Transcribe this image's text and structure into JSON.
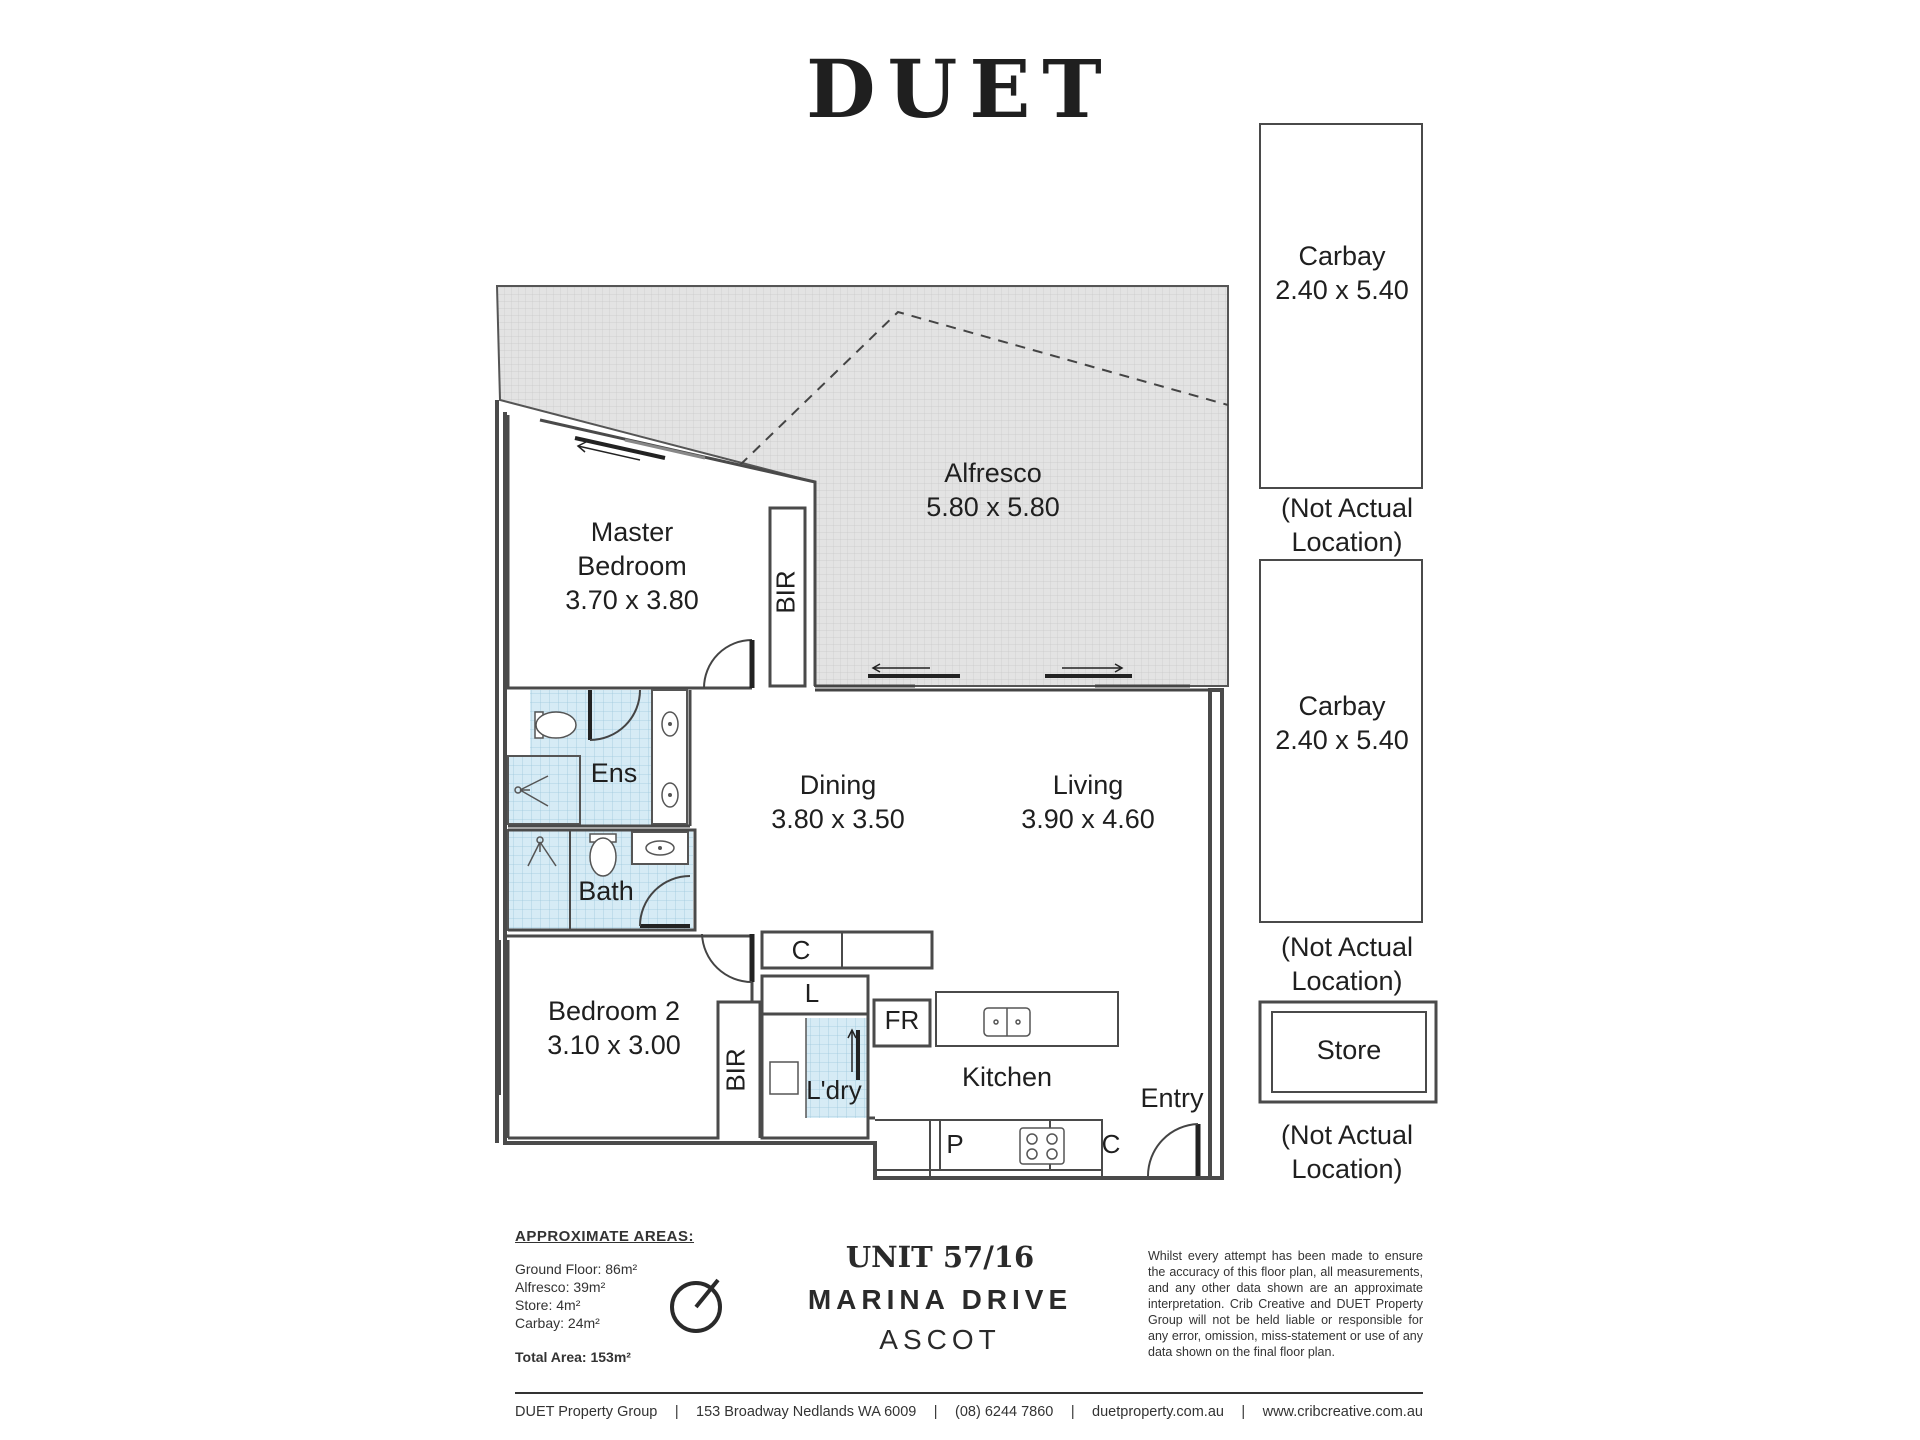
{
  "brand": "DUET",
  "rooms": {
    "alfresco": {
      "name": "Alfresco",
      "dims": "5.80 x 5.80"
    },
    "master": {
      "name1": "Master",
      "name2": "Bedroom",
      "dims": "3.70 x 3.80"
    },
    "bir1": "BIR",
    "ens": "Ens",
    "bath": "Bath",
    "dining": {
      "name": "Dining",
      "dims": "3.80 x 3.50"
    },
    "living": {
      "name": "Living",
      "dims": "3.90 x 4.60"
    },
    "c1": "C",
    "l": "L",
    "fr": "FR",
    "bedroom2": {
      "name": "Bedroom 2",
      "dims": "3.10 x 3.00"
    },
    "bir2": "BIR",
    "laundry": "L'dry",
    "kitchen": "Kitchen",
    "entry": "Entry",
    "p": "P",
    "c2": "C"
  },
  "carbays": [
    {
      "name": "Carbay",
      "dims": "2.40 x 5.40",
      "note1": "(Not Actual",
      "note2": "Location)"
    },
    {
      "name": "Carbay",
      "dims": "2.40 x 5.40",
      "note1": "(Not Actual",
      "note2": "Location)"
    }
  ],
  "store": {
    "name": "Store",
    "note1": "(Not Actual",
    "note2": "Location)"
  },
  "areas": {
    "heading": "APPROXIMATE AREAS:",
    "lines": [
      "Ground Floor: 86m²",
      "Alfresco: 39m²",
      "Store: 4m²",
      "Carbay: 24m²"
    ],
    "total": "Total Area: 153m²"
  },
  "address": {
    "unit": "UNIT 57/16",
    "street": "MARINA DRIVE",
    "suburb": "ASCOT"
  },
  "disclaimer": "Whilst every attempt has been made to ensure the accuracy of this floor plan, all measurements, and any other data shown are an approximate interpretation. Crib Creative and DUET Property Group will not be held liable or responsible for any error, omission, miss-statement or use of any data shown on the final floor plan.",
  "footer": [
    "DUET Property Group",
    "153 Broadway Nedlands WA 6009",
    "(08) 6244 7860",
    "duetproperty.com.au",
    "www.cribcreative.com.au"
  ],
  "colors": {
    "wall": "#4a4a4a",
    "tile": "#cfe6f1",
    "alfresco": "#e2e2e2"
  }
}
